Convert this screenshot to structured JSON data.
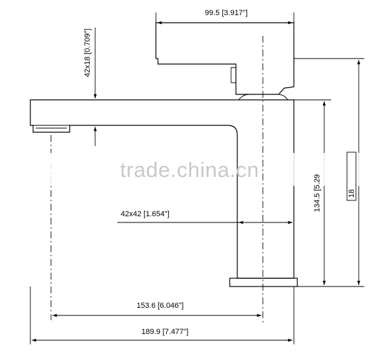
{
  "watermark": "trade.china.cn",
  "dimensions": {
    "handle_length": "99.5 [3.917\"]",
    "handle_section": "42x18 [0.709\"]",
    "spout_section": "42x42 [1.654\"]",
    "spout_reach": "153.6 [6.046\"]",
    "overall_length": "189.9 [7.477\"]",
    "body_height": "134.5 [5.29",
    "overall_height": "18"
  },
  "colors": {
    "line": "#000000",
    "watermark": "#c9c9c9",
    "background": "#ffffff"
  }
}
